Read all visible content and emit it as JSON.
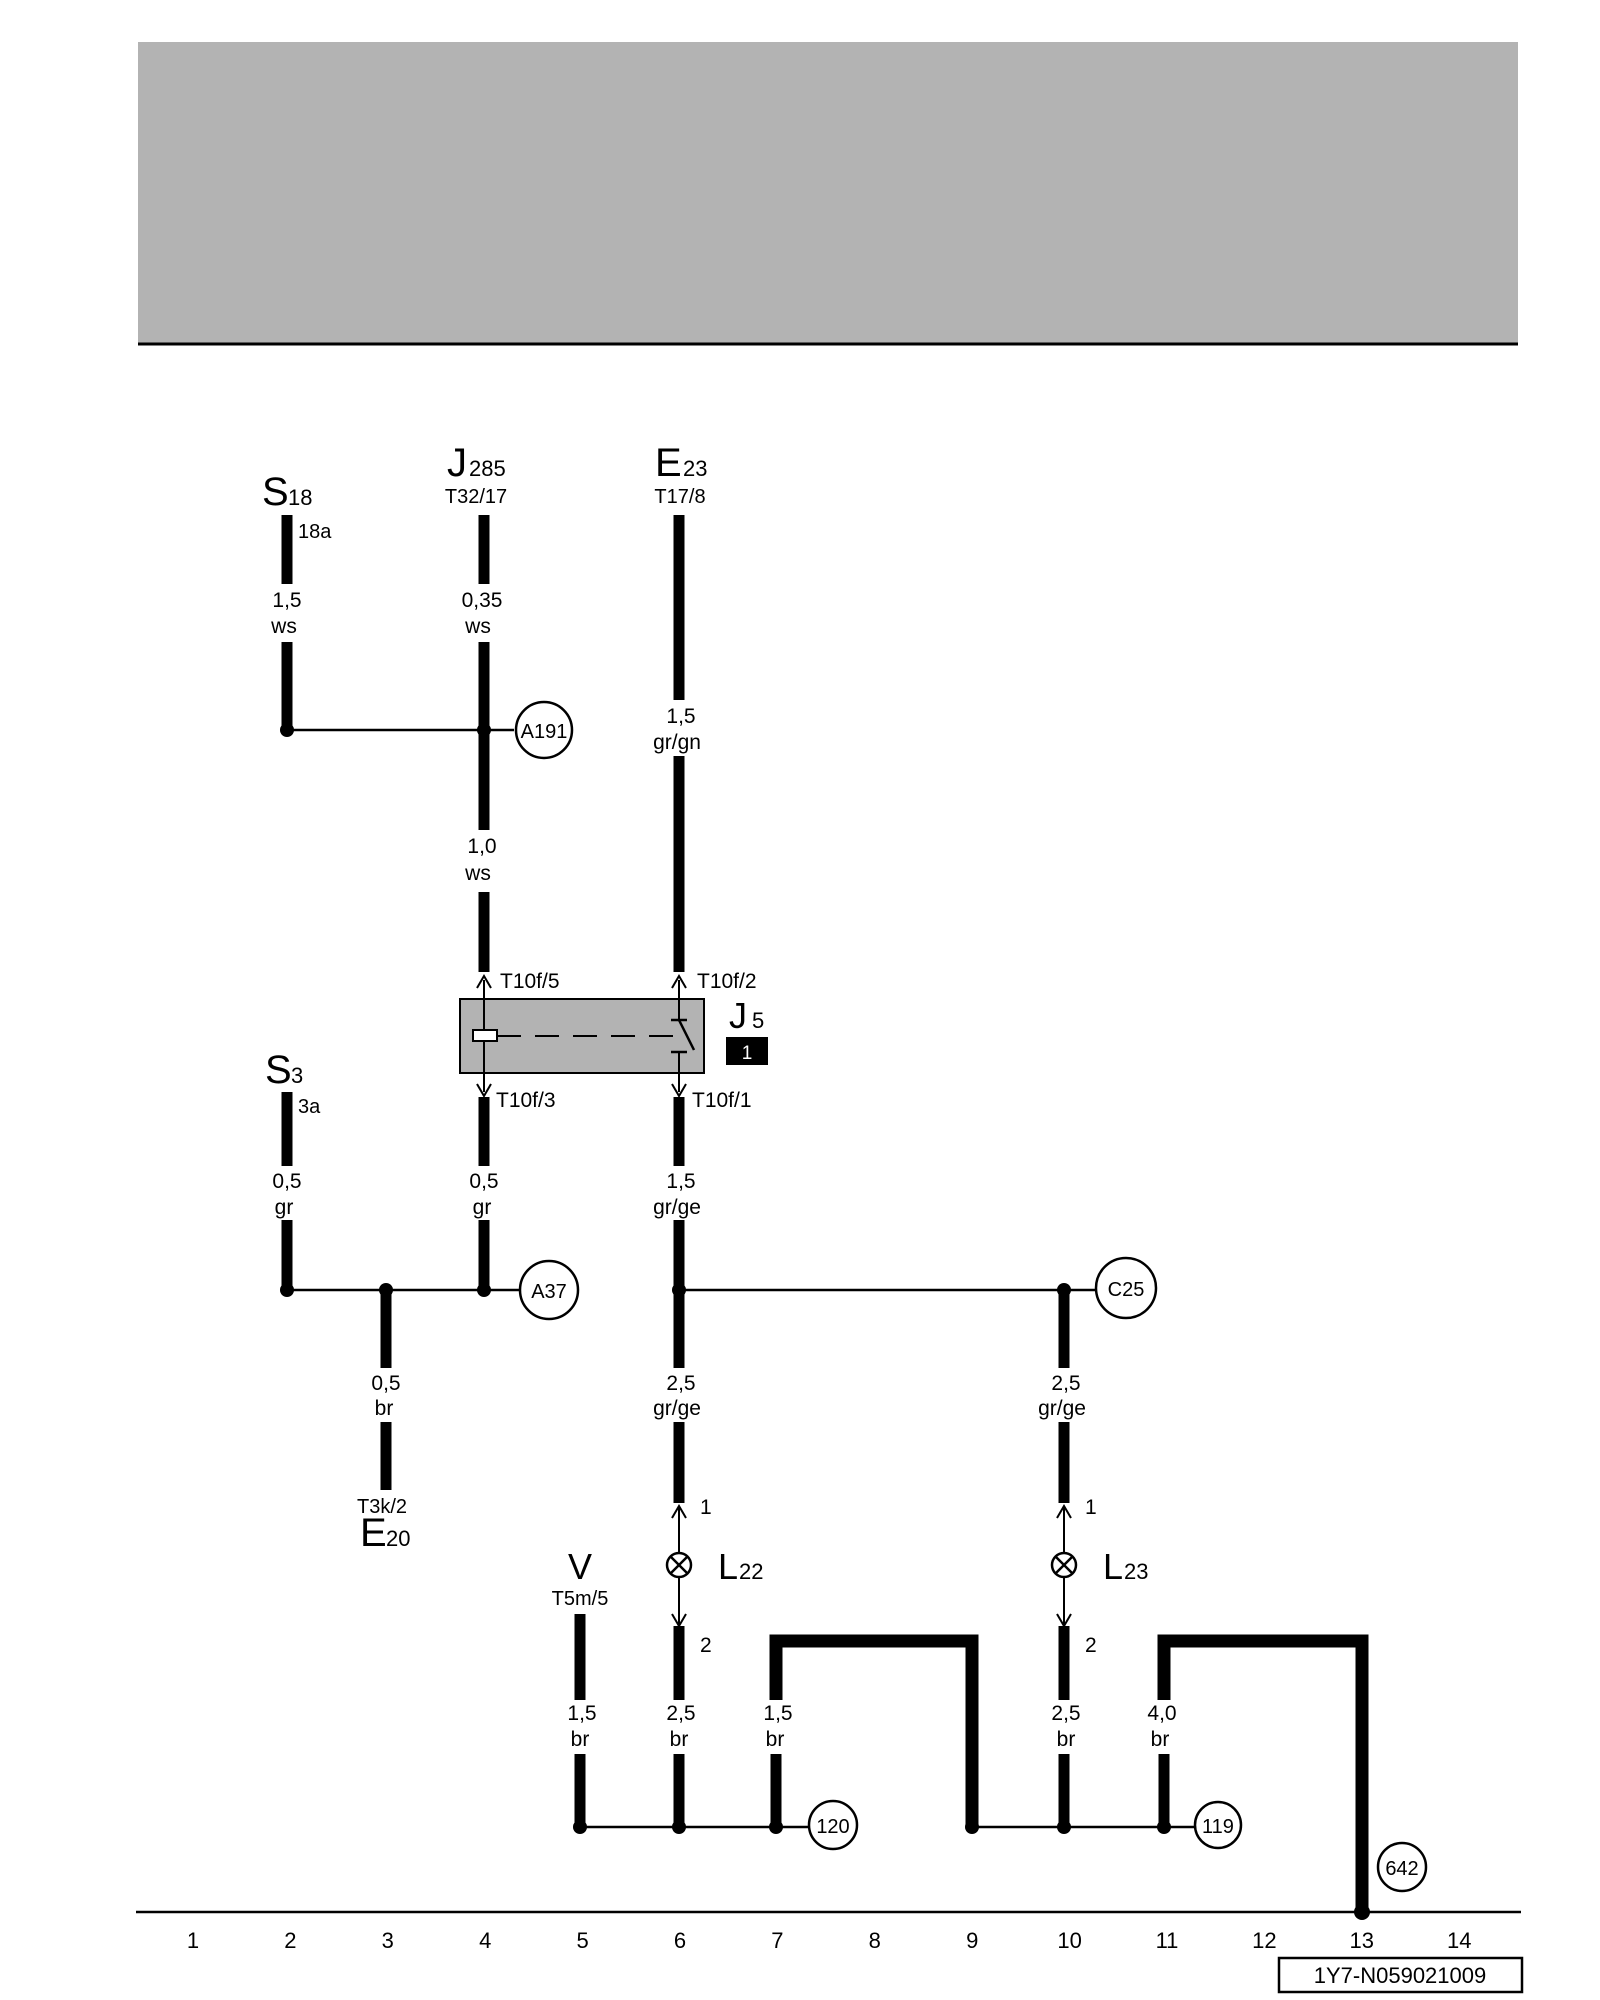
{
  "header": {
    "band_color": "#b3b3b3"
  },
  "components": {
    "S18": {
      "letter": "S",
      "sub": "18",
      "pin": "18a"
    },
    "J285": {
      "letter": "J",
      "sub": "285",
      "pin": "T32/17"
    },
    "E23": {
      "letter": "E",
      "sub": "23",
      "pin": "T17/8"
    },
    "S3": {
      "letter": "S",
      "sub": "3",
      "pin": "3a"
    },
    "J5": {
      "letter": "J",
      "sub": "5",
      "badge": "1",
      "pin_tl": "T10f/5",
      "pin_tr": "T10f/2",
      "pin_bl": "T10f/3",
      "pin_br": "T10f/1"
    },
    "E20": {
      "pin": "T3k/2",
      "letter": "E",
      "sub": "20"
    },
    "V": {
      "letter": "V",
      "pin": "T5m/5"
    },
    "L22": {
      "letter": "L",
      "sub": "22",
      "pin_top": "1",
      "pin_bot": "2"
    },
    "L23": {
      "letter": "L",
      "sub": "23",
      "pin_top": "1",
      "pin_bot": "2"
    }
  },
  "wires": {
    "w1": {
      "size": "1,5",
      "color": "ws"
    },
    "w2": {
      "size": "0,35",
      "color": "ws"
    },
    "w3": {
      "size": "1,5",
      "color": "gr/gn"
    },
    "w4": {
      "size": "1,0",
      "color": "ws"
    },
    "w5": {
      "size": "0,5",
      "color": "gr"
    },
    "w6": {
      "size": "0,5",
      "color": "gr"
    },
    "w7": {
      "size": "1,5",
      "color": "gr/ge"
    },
    "w8": {
      "size": "0,5",
      "color": "br"
    },
    "w9": {
      "size": "2,5",
      "color": "gr/ge"
    },
    "w10": {
      "size": "2,5",
      "color": "gr/ge"
    },
    "w11": {
      "size": "1,5",
      "color": "br"
    },
    "w12": {
      "size": "2,5",
      "color": "br"
    },
    "w13": {
      "size": "1,5",
      "color": "br"
    },
    "w14": {
      "size": "2,5",
      "color": "br"
    },
    "w15": {
      "size": "4,0",
      "color": "br"
    }
  },
  "connectors": {
    "A191": "A191",
    "A37": "A37",
    "C25": "C25",
    "c120": "120",
    "c119": "119",
    "c642": "642"
  },
  "grid_numbers": [
    "1",
    "2",
    "3",
    "4",
    "5",
    "6",
    "7",
    "8",
    "9",
    "10",
    "11",
    "12",
    "13",
    "14"
  ],
  "footer": {
    "code": "1Y7-N059021009"
  }
}
